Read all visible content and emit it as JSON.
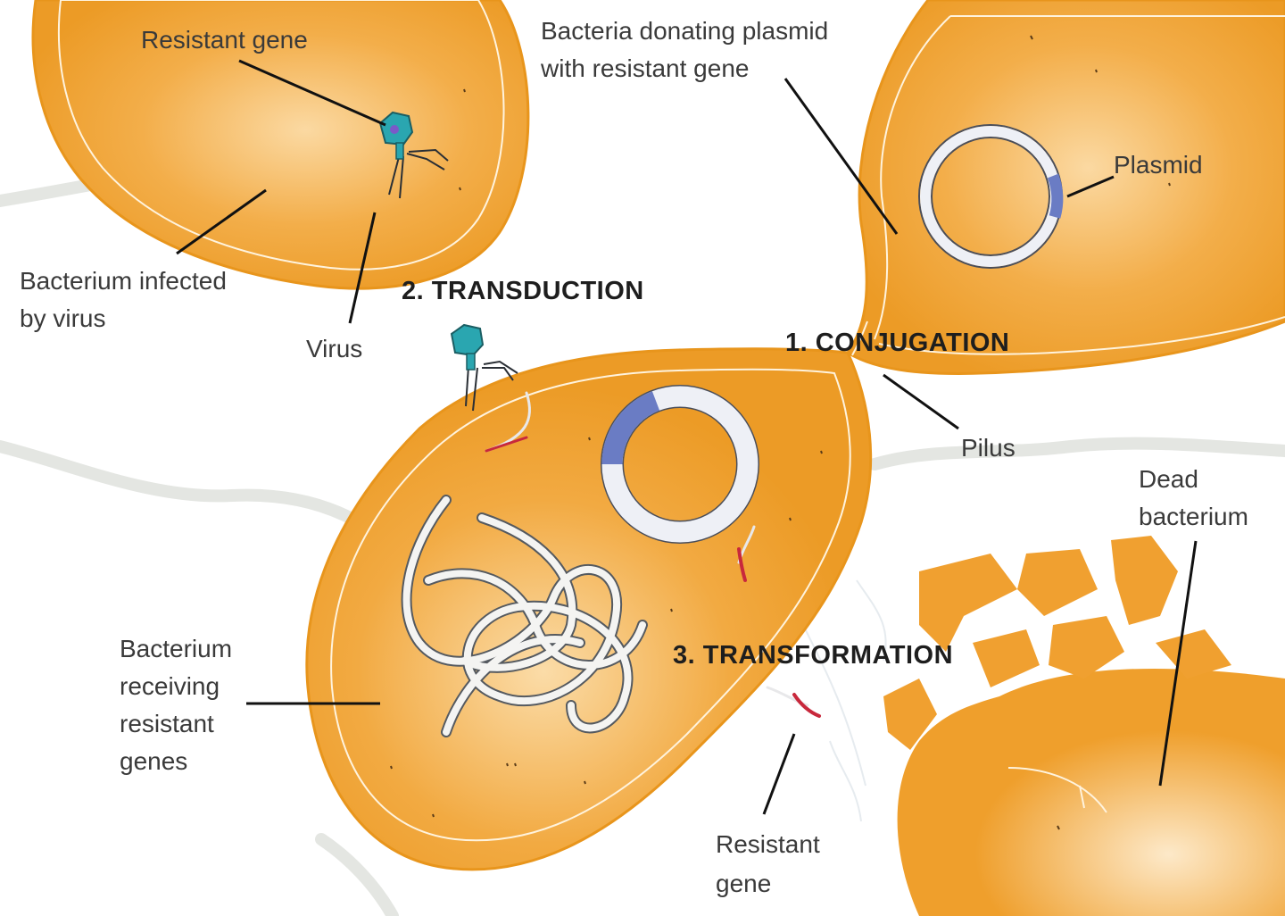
{
  "labels": {
    "resistant_gene_top": "Resistant gene",
    "donating_line1": "Bacteria donating plasmid",
    "donating_line2": "with resistant gene",
    "plasmid": "Plasmid",
    "infected_line1": "Bacterium infected",
    "infected_line2": "by virus",
    "virus": "Virus",
    "pilus": "Pilus",
    "dead_line1": "Dead",
    "dead_line2": "bacterium",
    "receiving_line1": "Bacterium",
    "receiving_line2": "receiving",
    "receiving_line3": "resistant",
    "receiving_line4": "genes",
    "resistant_gene_bottom_line1": "Resistant",
    "resistant_gene_bottom_line2": "gene"
  },
  "processes": {
    "conjugation": "1. CONJUGATION",
    "transduction": "2. TRANSDUCTION",
    "transformation": "3. TRANSFORMATION"
  },
  "colors": {
    "bacterium": "#f0a030",
    "plasmid_gene": "#6a7cc4",
    "virus": "#2aa6b0",
    "resistant_gene": "#c8283c"
  }
}
